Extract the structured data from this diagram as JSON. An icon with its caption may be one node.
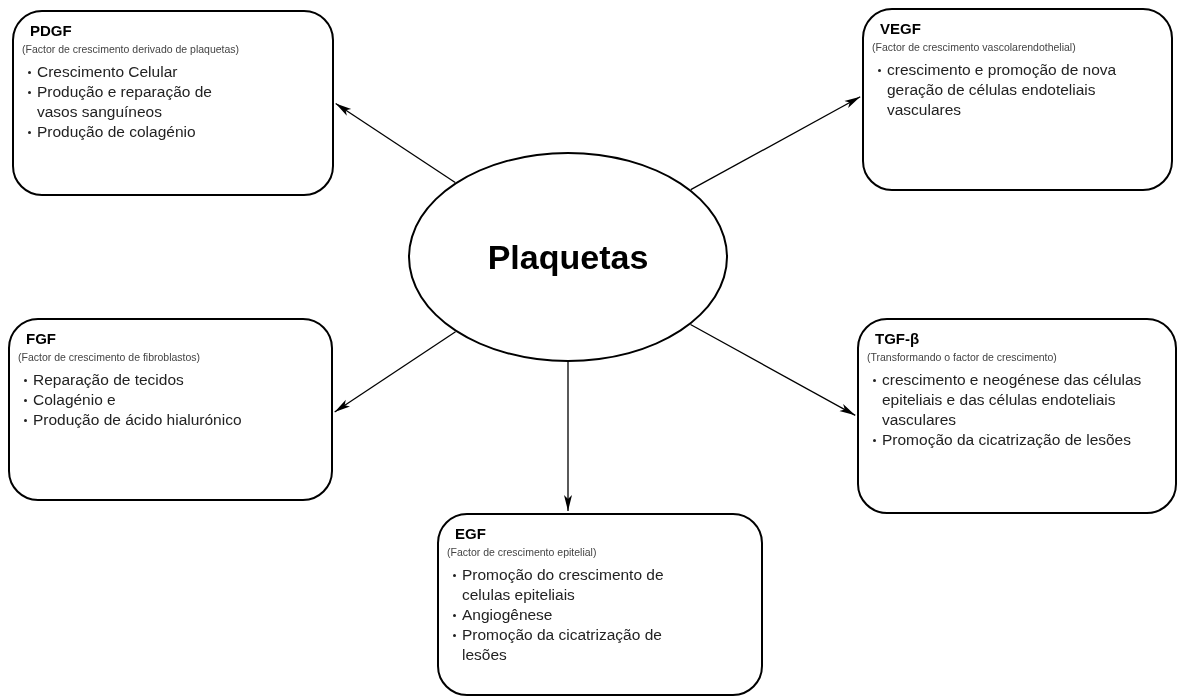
{
  "diagram": {
    "nodes": [
      {
        "text": [
          "Plaquetas"
        ]
      },
      {
        "text": [
          "PDGF",
          "(Factor de crescimento derivado de plaquetas)",
          "Crescimento Celular",
          "Produção e reparação de vasos sanguíneos",
          "Produção de colagénio"
        ]
      },
      {
        "text": [
          "VEGF",
          "(Factor de crescimento vascolarendothelial)",
          "crescimento e promoção de nova geração de células endoteliais vasculares"
        ]
      },
      {
        "text": [
          "FGF",
          "(Factor de crescimento de fibroblastos)",
          "Reparação de tecidos",
          "Colagénio e",
          "Produção de ácido hialurónico"
        ]
      },
      {
        "text": [
          "TGF-β",
          "(Transformando o factor de crescimento)",
          "crescimento e neogénese das células epiteliais e das células endoteliais vasculares",
          "Promoção da cicatrização de lesões"
        ]
      },
      {
        "text": [
          "EGF",
          "(Factor de crescimento epitelial)",
          "Promoção do crescimento de celulas epiteliais",
          "Angiogênese",
          "Promoção da cicatrização de lesões"
        ]
      }
    ],
    "edges": [
      {
        "from": 0,
        "to": 1,
        "arrow": "to"
      },
      {
        "from": 0,
        "to": 2,
        "arrow": "to"
      },
      {
        "from": 0,
        "to": 3,
        "arrow": "to"
      },
      {
        "from": 0,
        "to": 4,
        "arrow": "to"
      },
      {
        "from": 0,
        "to": 5,
        "arrow": "to"
      }
    ]
  }
}
